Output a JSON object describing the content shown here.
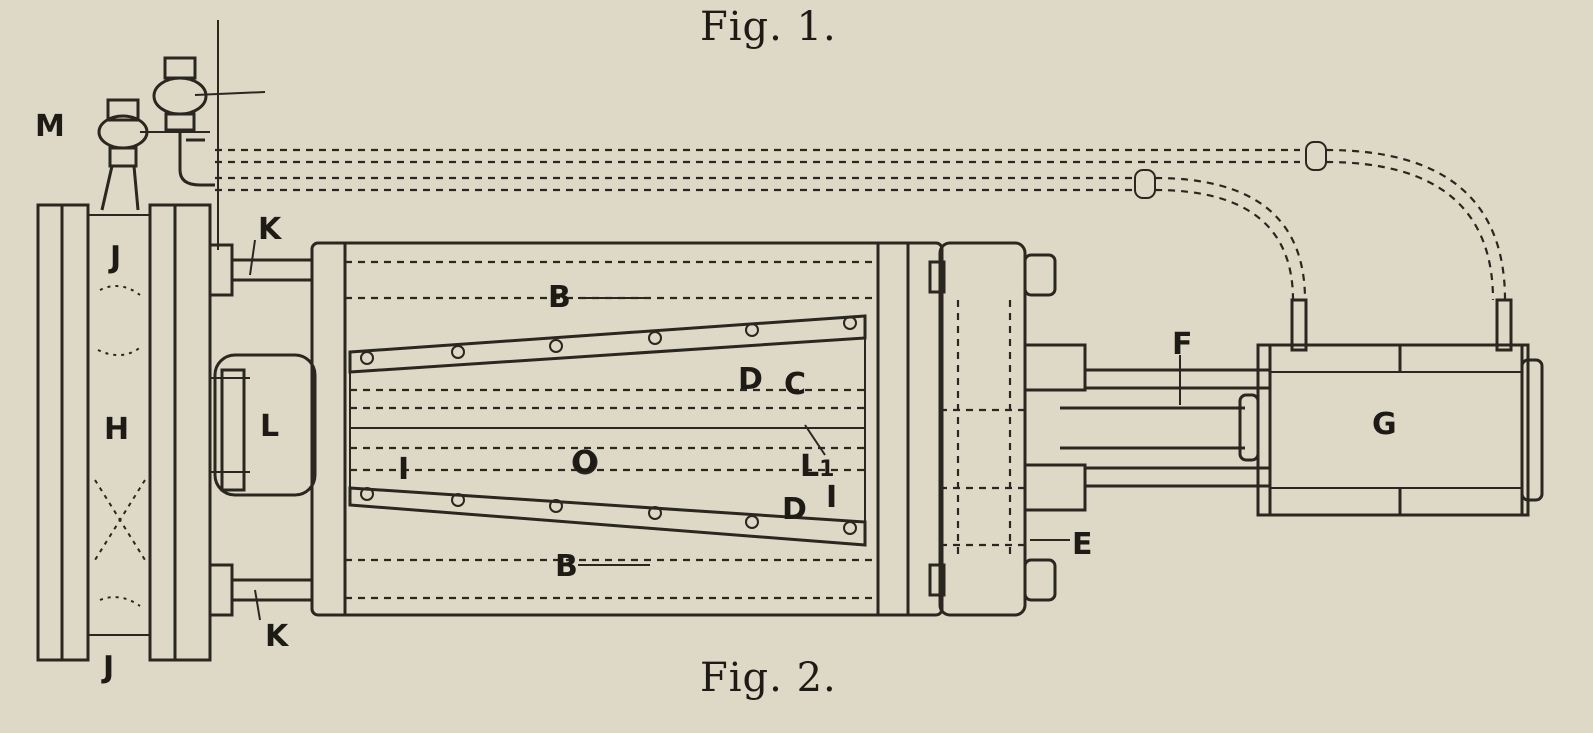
{
  "captions": {
    "fig1": "Fig. 1.",
    "fig2": "Fig. 2."
  },
  "labels": {
    "M": "M",
    "J_top": "J",
    "J_bottom": "J",
    "H": "H",
    "L": "L",
    "K_top": "K",
    "K_bottom": "K",
    "B_top": "B",
    "B_bottom": "B",
    "D_top": "D",
    "D_bottom": "D",
    "C": "C",
    "O": "O",
    "I_left": "I",
    "L1": "L",
    "L1_sub": "1",
    "I_right": "I",
    "E": "E",
    "F": "F",
    "G": "G"
  },
  "colors": {
    "paper": "#ddd9c6",
    "ink": "#2a2620"
  }
}
